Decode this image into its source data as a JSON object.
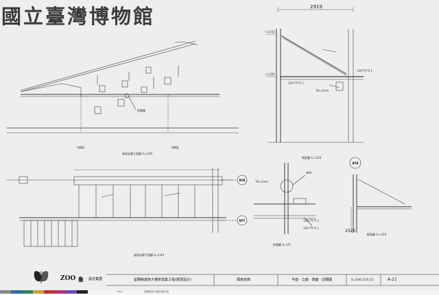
{
  "sheet": {
    "museum_title": "國立臺灣博物館",
    "labels": {
      "level_top": "+2,550",
      "level_mid": "+1,000",
      "dim_top": "2919",
      "dim_bottom": "2525",
      "grid_a": "A",
      "grid_b": "B",
      "grid_byb_top": "BYB",
      "grid_byb_bottom": "BYT",
      "grid_byb_right": "BYB",
      "grid_byb_small": "BYB",
      "steel_150": "150*75*5 1",
      "steel_100a": "100*75*5 1",
      "steel_100b": "100*75*5 1",
      "steel_150b": "150*75*5 1",
      "th3": "TH=3mm",
      "th5": "TH=5mm",
      "phi89": "Φ89",
      "lbl_a_side": "A側面",
      "lbl_b_side": "B側面",
      "lbl_detail_big": "詳細圖",
      "lbl_detail_small": "詳細圖"
    },
    "captions": {
      "elevation": "風雨走廊立面圖 S=1/40",
      "plan": "風雨走廊平面圖 S=1/40",
      "section": "側面圖 S=1/20",
      "detail_a": "詳細圖 S=1/5",
      "detail_b": "斷面圖 S=1/20"
    },
    "title_block": {
      "brand": "ZOO",
      "brand_cn": "象",
      "group": "設計集團",
      "project": "宜蘭縣議會大樓新建築工程(變更設計)",
      "drawing": "風雨走廊",
      "content": "平面 · 立面 · 側面 · 詳細圖",
      "scale": "S=1/40 1/20 1/5",
      "sheet_no": "A-21"
    },
    "footer_strip": {
      "text": "宜蘭縣議會大樓新建築工程",
      "code": "ARCH"
    }
  }
}
